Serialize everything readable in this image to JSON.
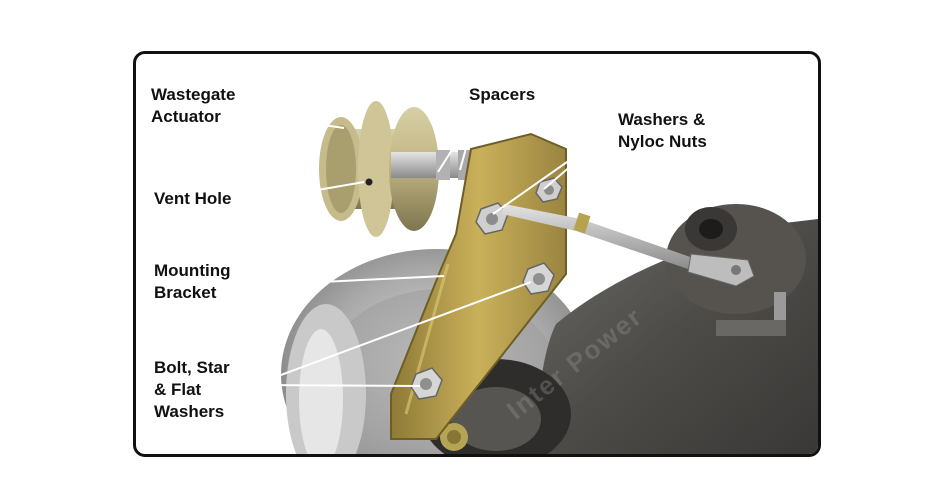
{
  "labels": {
    "wastegate_actuator": [
      "Wastegate",
      "Actuator"
    ],
    "spacers": [
      "Spacers"
    ],
    "washers_nyloc": [
      "Washers &",
      "Nyloc Nuts"
    ],
    "vent_hole": [
      "Vent Hole"
    ],
    "mounting_bracket": [
      "Mounting",
      "Bracket"
    ],
    "bolt_star_flat": [
      "Bolt, Star",
      "& Flat",
      "Washers"
    ]
  },
  "watermark": "Inter Power",
  "colors": {
    "frame_border": "#111111",
    "label_text": "#111111",
    "leader_line": "#ffffff",
    "bracket_gold": "#b39a45",
    "turbo_housing": "#5d5a56",
    "compressor_silver": "#b9b9b9"
  }
}
